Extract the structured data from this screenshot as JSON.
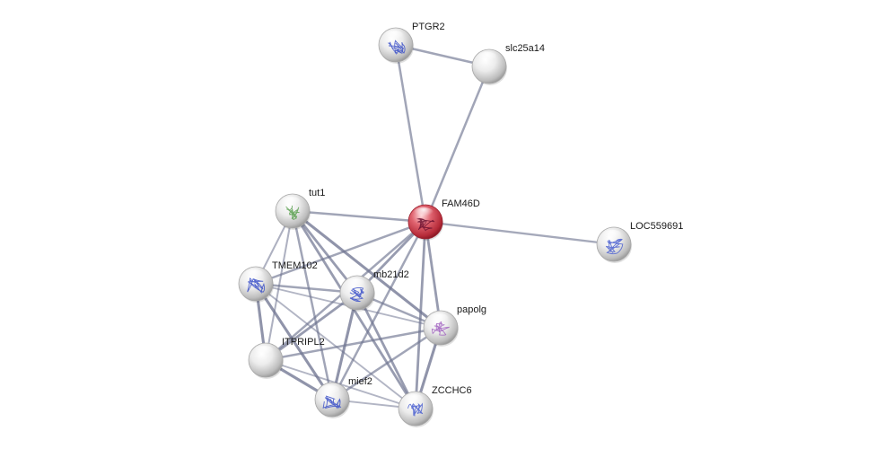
{
  "network": {
    "nodes": [
      {
        "id": "FAM46D",
        "label": "FAM46D",
        "query": true,
        "structure": true,
        "structure_color": "#6b1030"
      },
      {
        "id": "PTGR2",
        "label": "PTGR2",
        "query": false,
        "structure": true,
        "structure_color": "#3a4fc8"
      },
      {
        "id": "slc25a14",
        "label": "slc25a14",
        "query": false,
        "structure": false
      },
      {
        "id": "tut1",
        "label": "tut1",
        "query": false,
        "structure": true,
        "structure_color": "#5aa050"
      },
      {
        "id": "LOC559691",
        "label": "LOC559691",
        "query": false,
        "structure": true,
        "structure_color": "#4a5fd0"
      },
      {
        "id": "TMEM102",
        "label": "TMEM102",
        "query": false,
        "structure": true,
        "structure_color": "#3a4fc8"
      },
      {
        "id": "mb21d2",
        "label": "mb21d2",
        "query": false,
        "structure": true,
        "structure_color": "#3a4fc8"
      },
      {
        "id": "papolg",
        "label": "papolg",
        "query": false,
        "structure": true,
        "structure_color": "#a060c0"
      },
      {
        "id": "ITPRIPL2",
        "label": "ITPRIPL2",
        "query": false,
        "structure": false
      },
      {
        "id": "mief2",
        "label": "mief2",
        "query": false,
        "structure": true,
        "structure_color": "#3a4fc8"
      },
      {
        "id": "ZCCHC6",
        "label": "ZCCHC6",
        "query": false,
        "structure": true,
        "structure_color": "#4a5fd0"
      }
    ],
    "edges": [
      {
        "source": "PTGR2",
        "target": "slc25a14",
        "strength": 0.5
      },
      {
        "source": "PTGR2",
        "target": "FAM46D",
        "strength": 0.5
      },
      {
        "source": "slc25a14",
        "target": "FAM46D",
        "strength": 0.5
      },
      {
        "source": "FAM46D",
        "target": "LOC559691",
        "strength": 0.45
      },
      {
        "source": "FAM46D",
        "target": "tut1",
        "strength": 0.5
      },
      {
        "source": "FAM46D",
        "target": "TMEM102",
        "strength": 0.5
      },
      {
        "source": "FAM46D",
        "target": "mb21d2",
        "strength": 0.6
      },
      {
        "source": "FAM46D",
        "target": "papolg",
        "strength": 0.6
      },
      {
        "source": "FAM46D",
        "target": "ITPRIPL2",
        "strength": 0.5
      },
      {
        "source": "FAM46D",
        "target": "mief2",
        "strength": 0.5
      },
      {
        "source": "FAM46D",
        "target": "ZCCHC6",
        "strength": 0.6
      },
      {
        "source": "tut1",
        "target": "TMEM102",
        "strength": 0.35
      },
      {
        "source": "tut1",
        "target": "mb21d2",
        "strength": 0.6
      },
      {
        "source": "tut1",
        "target": "papolg",
        "strength": 0.7
      },
      {
        "source": "tut1",
        "target": "ITPRIPL2",
        "strength": 0.35
      },
      {
        "source": "tut1",
        "target": "mief2",
        "strength": 0.5
      },
      {
        "source": "tut1",
        "target": "ZCCHC6",
        "strength": 0.6
      },
      {
        "source": "TMEM102",
        "target": "mb21d2",
        "strength": 0.5
      },
      {
        "source": "TMEM102",
        "target": "papolg",
        "strength": 0.3
      },
      {
        "source": "TMEM102",
        "target": "ITPRIPL2",
        "strength": 0.7
      },
      {
        "source": "TMEM102",
        "target": "mief2",
        "strength": 0.7
      },
      {
        "source": "TMEM102",
        "target": "ZCCHC6",
        "strength": 0.3
      },
      {
        "source": "mb21d2",
        "target": "papolg",
        "strength": 0.5
      },
      {
        "source": "mb21d2",
        "target": "ITPRIPL2",
        "strength": 0.6
      },
      {
        "source": "mb21d2",
        "target": "mief2",
        "strength": 0.7
      },
      {
        "source": "mb21d2",
        "target": "ZCCHC6",
        "strength": 0.6
      },
      {
        "source": "papolg",
        "target": "ITPRIPL2",
        "strength": 0.5
      },
      {
        "source": "papolg",
        "target": "mief2",
        "strength": 0.5
      },
      {
        "source": "papolg",
        "target": "ZCCHC6",
        "strength": 0.7
      },
      {
        "source": "ITPRIPL2",
        "target": "mief2",
        "strength": 0.7
      },
      {
        "source": "ITPRIPL2",
        "target": "ZCCHC6",
        "strength": 0.3
      },
      {
        "source": "mief2",
        "target": "ZCCHC6",
        "strength": 0.3
      }
    ],
    "colors": {
      "edge": "#6e7490",
      "node_gray": "#d6d6d6",
      "node_query": "#c83c48"
    }
  }
}
